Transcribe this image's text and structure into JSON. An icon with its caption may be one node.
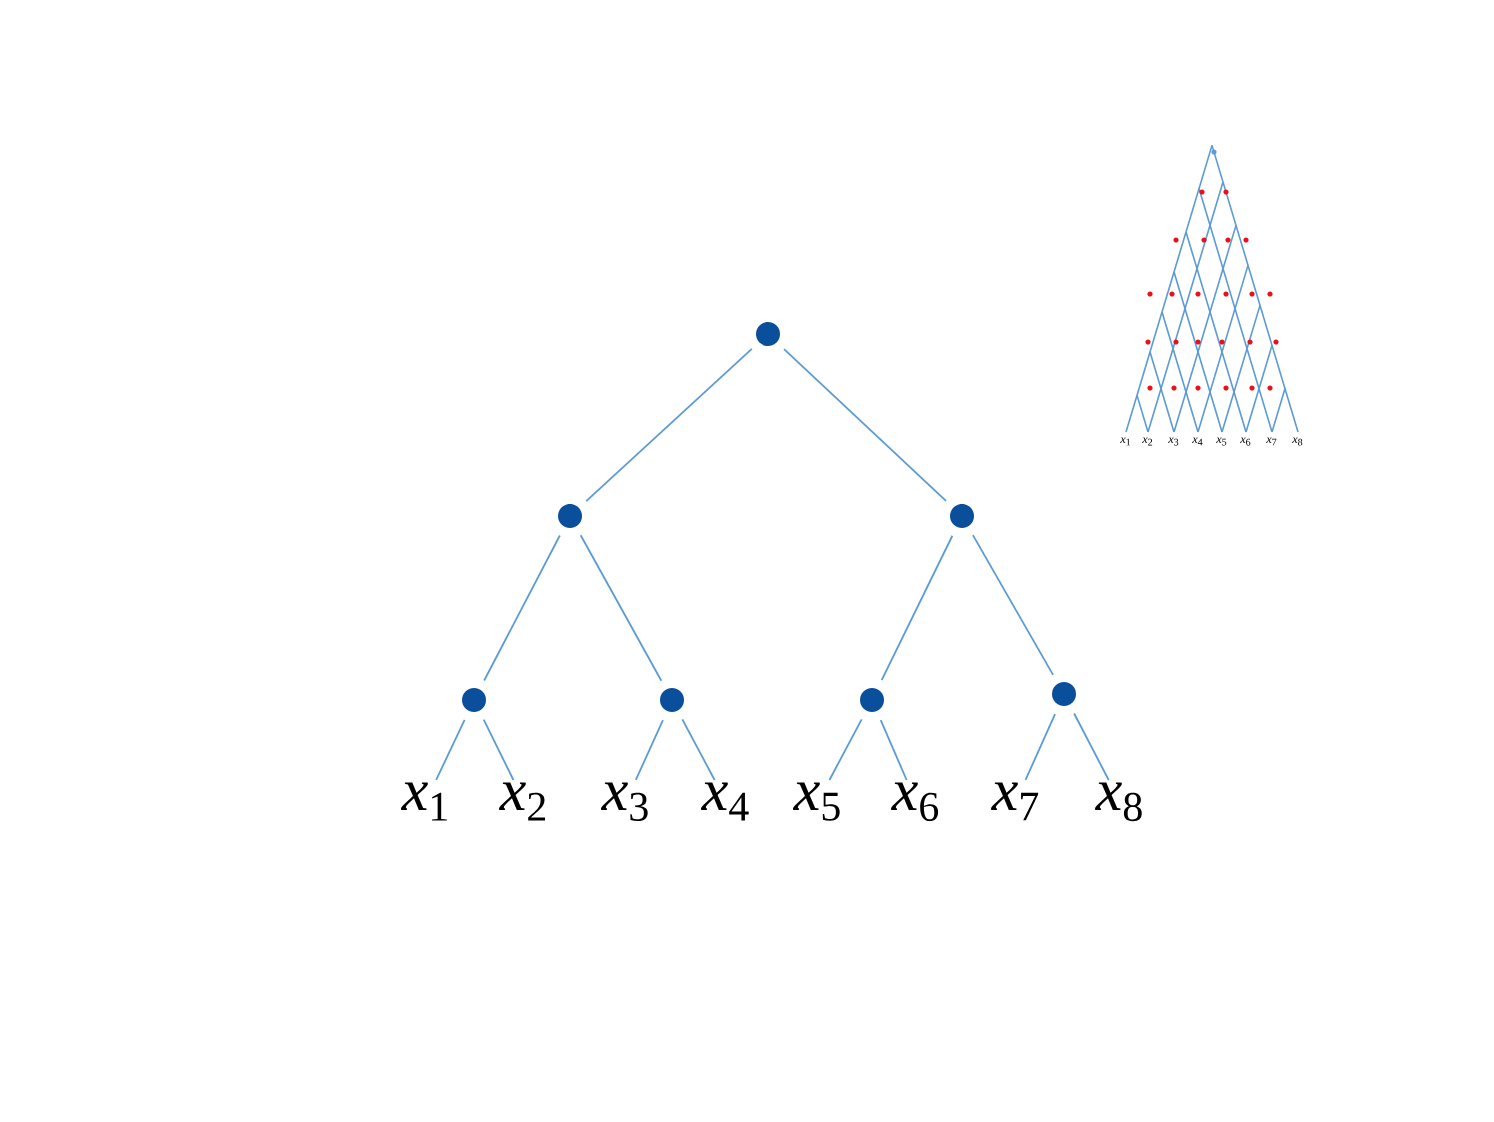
{
  "diagram": {
    "nodes": [
      {
        "text": [],
        "shape": "circle"
      },
      {
        "text": [],
        "shape": "circle"
      },
      {
        "text": [],
        "shape": "circle"
      },
      {
        "text": [],
        "shape": "circle"
      },
      {
        "text": [],
        "shape": "circle"
      },
      {
        "text": [],
        "shape": "circle"
      },
      {
        "text": [],
        "shape": "circle"
      },
      {
        "text": [
          "*x*$_{1}$"
        ]
      },
      {
        "text": [
          "*x*$_{2}$"
        ]
      },
      {
        "text": [
          "*x*$_{3}$"
        ]
      },
      {
        "text": [
          "*x*$_{4}$"
        ]
      },
      {
        "text": [
          "*x*$_{5}$"
        ]
      },
      {
        "text": [
          "*x*$_{6}$"
        ]
      },
      {
        "text": [
          "*x*$_{7}$"
        ]
      },
      {
        "text": [
          "*x*$_{8}$"
        ]
      }
    ],
    "edges": [
      {
        "from": 0,
        "to": 1,
        "arrow": "none"
      },
      {
        "from": 0,
        "to": 2,
        "arrow": "none"
      },
      {
        "from": 1,
        "to": 3,
        "arrow": "none"
      },
      {
        "from": 1,
        "to": 4,
        "arrow": "none"
      },
      {
        "from": 2,
        "to": 5,
        "arrow": "none"
      },
      {
        "from": 2,
        "to": 6,
        "arrow": "none"
      },
      {
        "from": 3,
        "to": 7,
        "arrow": "none"
      },
      {
        "from": 3,
        "to": 8,
        "arrow": "none"
      },
      {
        "from": 4,
        "to": 9,
        "arrow": "none"
      },
      {
        "from": 4,
        "to": 10,
        "arrow": "none"
      },
      {
        "from": 5,
        "to": 11,
        "arrow": "none"
      },
      {
        "from": 5,
        "to": 12,
        "arrow": "none"
      },
      {
        "from": 6,
        "to": 13,
        "arrow": "none"
      },
      {
        "from": 6,
        "to": 14,
        "arrow": "none"
      }
    ],
    "labels": [
      "*x*$_{1}$",
      "*x*$_{2}$",
      "*x*$_{3}$",
      "*x*$_{4}$",
      "*x*$_{5}$",
      "*x*$_{6}$",
      "*x*$_{7}$",
      "*x*$_{8}$"
    ]
  }
}
